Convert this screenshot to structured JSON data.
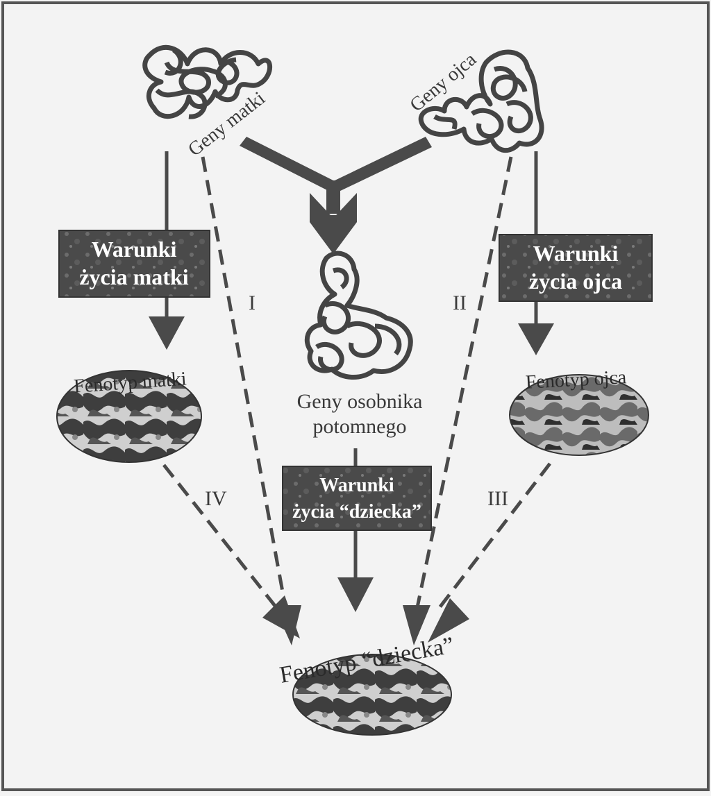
{
  "genes": {
    "mother": "Geny matki",
    "father": "Geny ojca",
    "offspring_line1": "Geny osobnika",
    "offspring_line2": "potomnego"
  },
  "conditions": {
    "mother_line1": "Warunki",
    "mother_line2": "życia matki",
    "father_line1": "Warunki",
    "father_line2": "życia ojca",
    "child_line1": "Warunki",
    "child_line2": "życia “dziecka”"
  },
  "phenotypes": {
    "mother": "Fenotyp matki",
    "father": "Fenotyp ojca",
    "child": "Fenotyp “dziecka”"
  },
  "paths": {
    "I": "I",
    "II": "II",
    "III": "III",
    "IV": "IV"
  },
  "colors": {
    "ink": "#3a3a3a",
    "frame": "#555555",
    "box_fill": "#4a4a4a",
    "box_text": "#ffffff",
    "blob_dark": "#3c3c3c",
    "blob_light": "#c8c8c8",
    "background": "#f3f3f3"
  }
}
